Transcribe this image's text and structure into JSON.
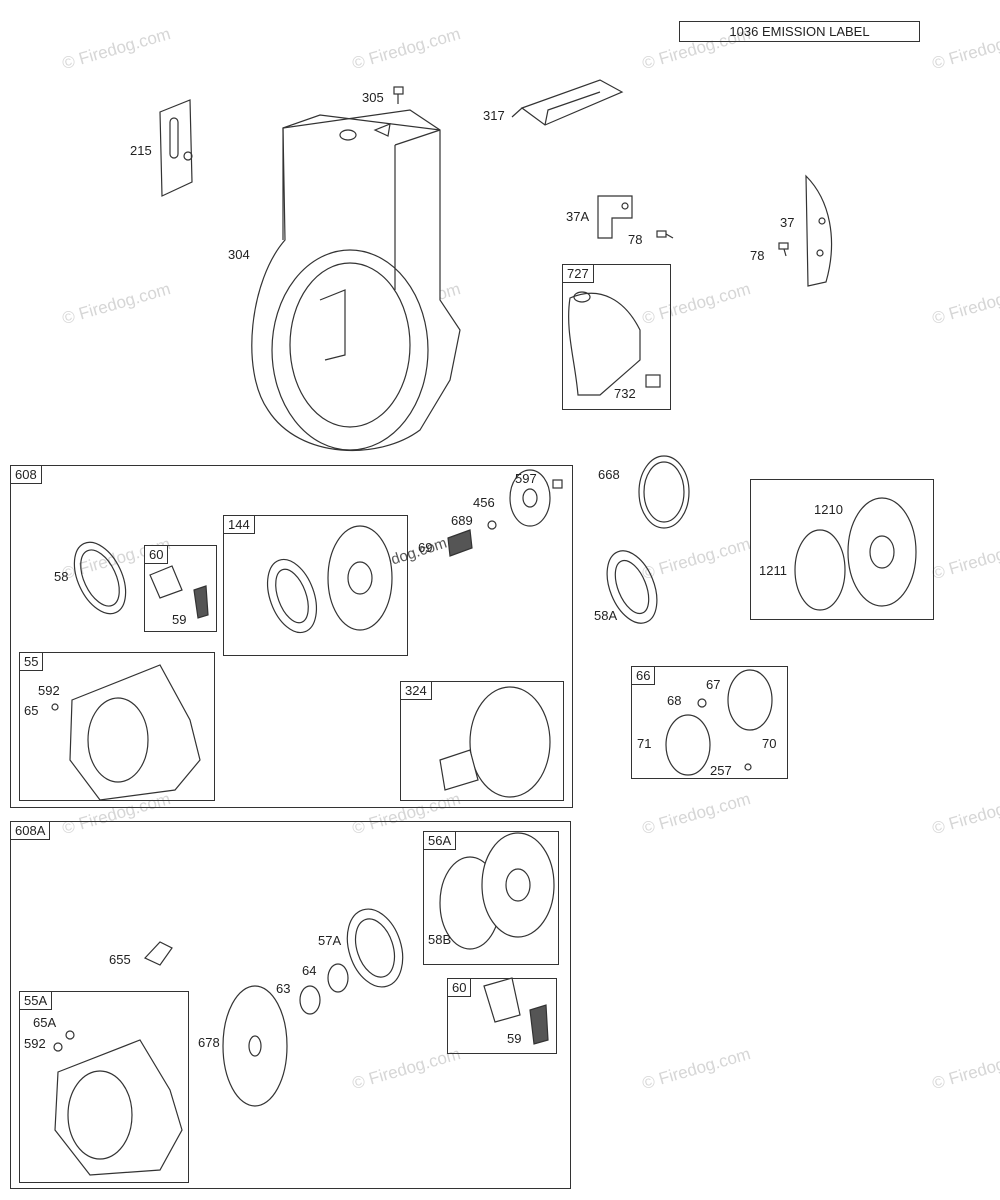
{
  "emission_label": "1036 EMISSION LABEL",
  "watermark": "© Firedog.com",
  "watermark_center": "© Firedog.com",
  "boxes": {
    "b727": "727",
    "b608": "608",
    "b144": "144",
    "b60a": "60",
    "b55": "55",
    "b324": "324",
    "b66": "66",
    "b608A": "608A",
    "b56A": "56A",
    "b55A": "55A",
    "b60b": "60"
  },
  "labels": {
    "l305": "305",
    "l317": "317",
    "l215": "215",
    "l304": "304",
    "l37A": "37A",
    "l78a": "78",
    "l37": "37",
    "l78b": "78",
    "l732": "732",
    "l597": "597",
    "l456": "456",
    "l689": "689",
    "l69": "69",
    "l668": "668",
    "l58": "58",
    "l59a": "59",
    "l58A": "58A",
    "l1210": "1210",
    "l1211": "1211",
    "l592a": "592",
    "l65": "65",
    "l67": "67",
    "l68": "68",
    "l71": "71",
    "l70": "70",
    "l257": "257",
    "l655": "655",
    "l57A": "57A",
    "l64": "64",
    "l63": "63",
    "l678": "678",
    "l58B": "58B",
    "l65A": "65A",
    "l592b": "592",
    "l59b": "59"
  }
}
